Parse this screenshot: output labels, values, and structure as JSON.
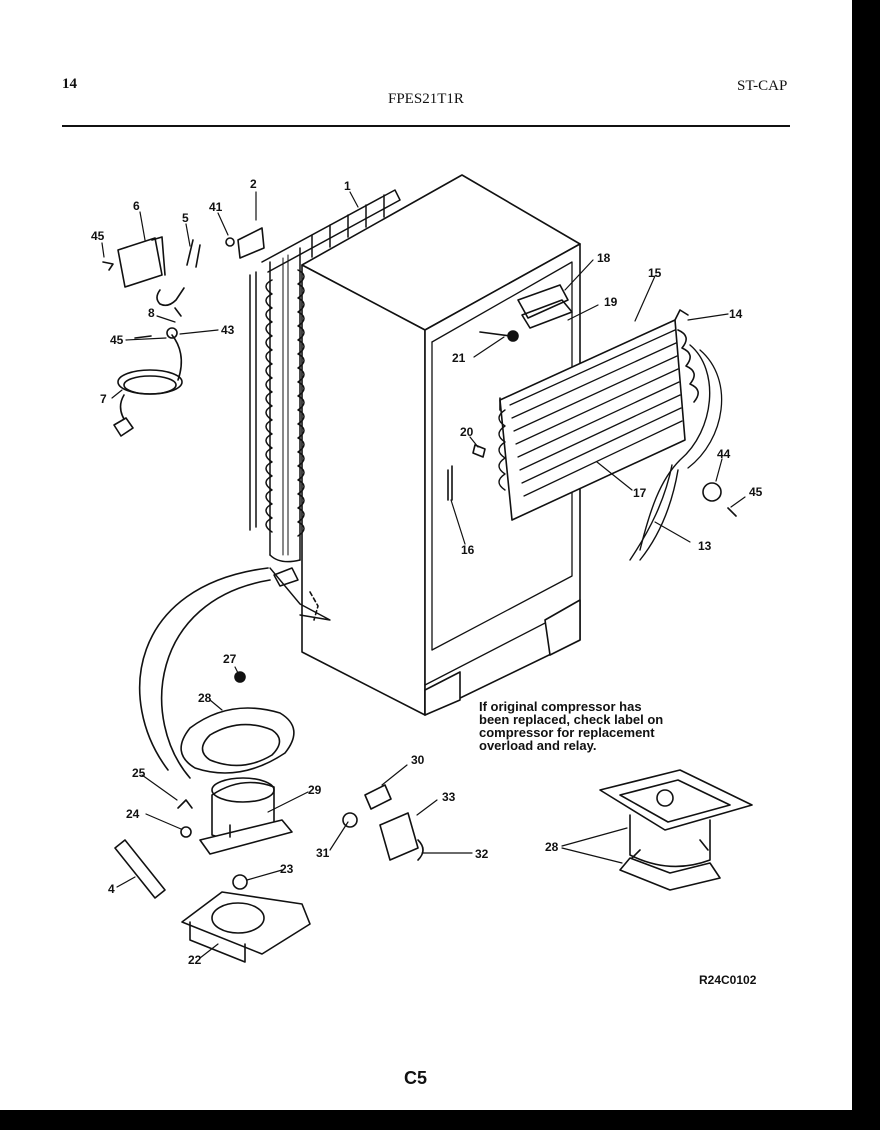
{
  "header": {
    "page_number": "14",
    "model": "FPES21T1R",
    "section": "ST-CAP"
  },
  "callouts": [
    {
      "id": "c1",
      "label": "1"
    },
    {
      "id": "c2",
      "label": "2"
    },
    {
      "id": "c41",
      "label": "41"
    },
    {
      "id": "c6",
      "label": "6"
    },
    {
      "id": "c5",
      "label": "5"
    },
    {
      "id": "c45a",
      "label": "45"
    },
    {
      "id": "c8",
      "label": "8"
    },
    {
      "id": "c45b",
      "label": "45"
    },
    {
      "id": "c43",
      "label": "43"
    },
    {
      "id": "c7",
      "label": "7"
    },
    {
      "id": "c18",
      "label": "18"
    },
    {
      "id": "c15",
      "label": "15"
    },
    {
      "id": "c19",
      "label": "19"
    },
    {
      "id": "c14",
      "label": "14"
    },
    {
      "id": "c21",
      "label": "21"
    },
    {
      "id": "c20",
      "label": "20"
    },
    {
      "id": "c16",
      "label": "16"
    },
    {
      "id": "c17",
      "label": "17"
    },
    {
      "id": "c44",
      "label": "44"
    },
    {
      "id": "c45c",
      "label": "45"
    },
    {
      "id": "c13",
      "label": "13"
    },
    {
      "id": "c27",
      "label": "27"
    },
    {
      "id": "c28a",
      "label": "28"
    },
    {
      "id": "c25",
      "label": "25"
    },
    {
      "id": "c24",
      "label": "24"
    },
    {
      "id": "c29",
      "label": "29"
    },
    {
      "id": "c30",
      "label": "30"
    },
    {
      "id": "c33",
      "label": "33"
    },
    {
      "id": "c31",
      "label": "31"
    },
    {
      "id": "c32",
      "label": "32"
    },
    {
      "id": "c23",
      "label": "23"
    },
    {
      "id": "c4",
      "label": "4"
    },
    {
      "id": "c22",
      "label": "22"
    },
    {
      "id": "c28b",
      "label": "28"
    }
  ],
  "note_lines": [
    "If original compressor has",
    "been replaced, check label on",
    "compressor for replacement",
    "overload and relay."
  ],
  "reference_code": "R24C0102",
  "page_code": "C5"
}
